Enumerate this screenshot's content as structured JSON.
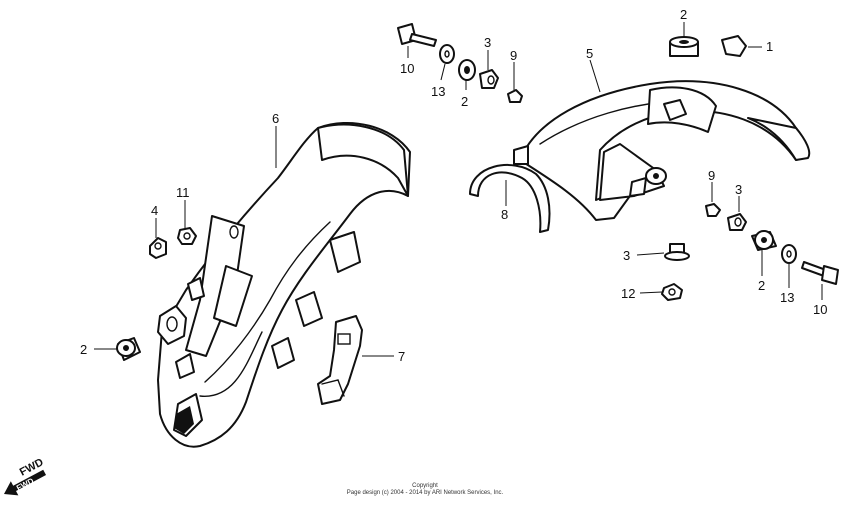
{
  "callouts": {
    "c1": "1",
    "c2a": "2",
    "c2b": "2",
    "c2c": "2",
    "c2d": "2",
    "c3a": "3",
    "c3b": "3",
    "c3c": "3",
    "c4": "4",
    "c5": "5",
    "c6": "6",
    "c7": "7",
    "c8": "8",
    "c9a": "9",
    "c9b": "9",
    "c10a": "10",
    "c10b": "10",
    "c11": "11",
    "c12": "12",
    "c13a": "13",
    "c13b": "13"
  },
  "fwd_label": "FWD",
  "footer": {
    "copyright": "Copyright",
    "page_design": "Page design (c) 2004 - 2014 by ARI Network Services, Inc."
  },
  "colors": {
    "ink": "#111111",
    "background": "#ffffff"
  }
}
